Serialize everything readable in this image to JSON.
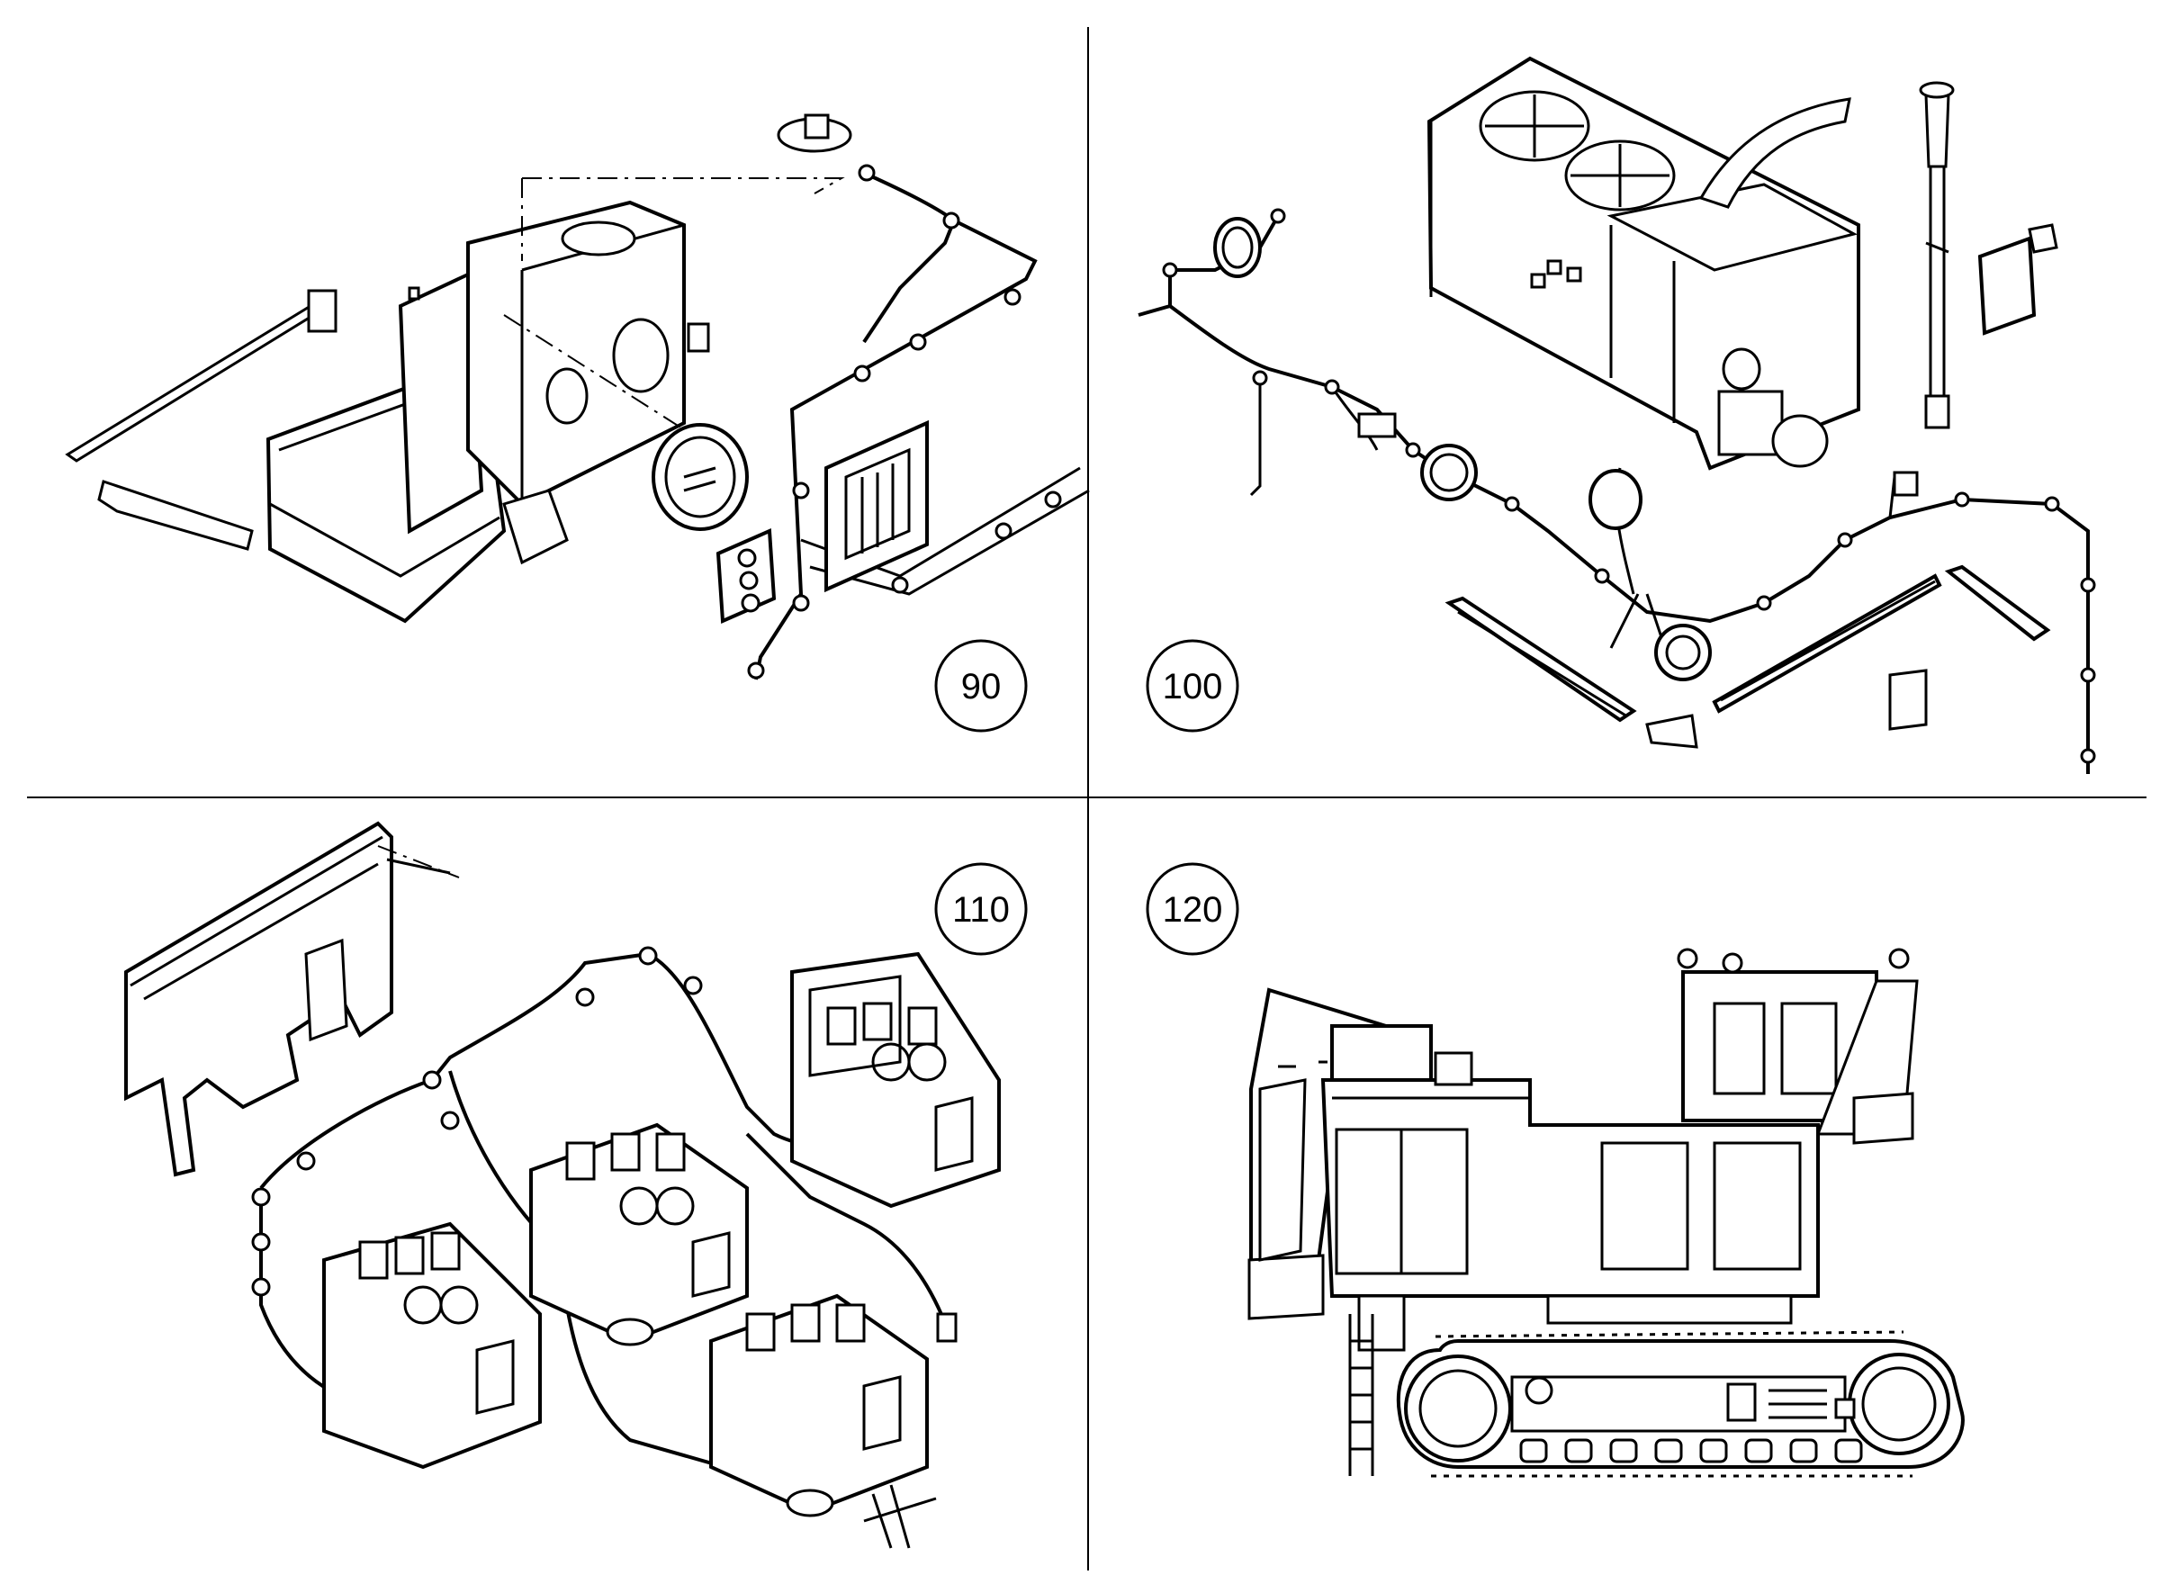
{
  "panels": [
    {
      "id": "panel-90",
      "label": "90",
      "icon": "control-cabinet-wiring-harness-icon"
    },
    {
      "id": "panel-100",
      "label": "100",
      "icon": "machinery-house-cable-routing-icon"
    },
    {
      "id": "panel-110",
      "label": "110",
      "icon": "valve-block-wiring-harness-icon"
    },
    {
      "id": "panel-120",
      "label": "120",
      "icon": "hydraulic-excavator-side-view-icon"
    }
  ],
  "colors": {
    "line": "#000000",
    "background": "#ffffff",
    "shade": "#e8e8e8"
  }
}
